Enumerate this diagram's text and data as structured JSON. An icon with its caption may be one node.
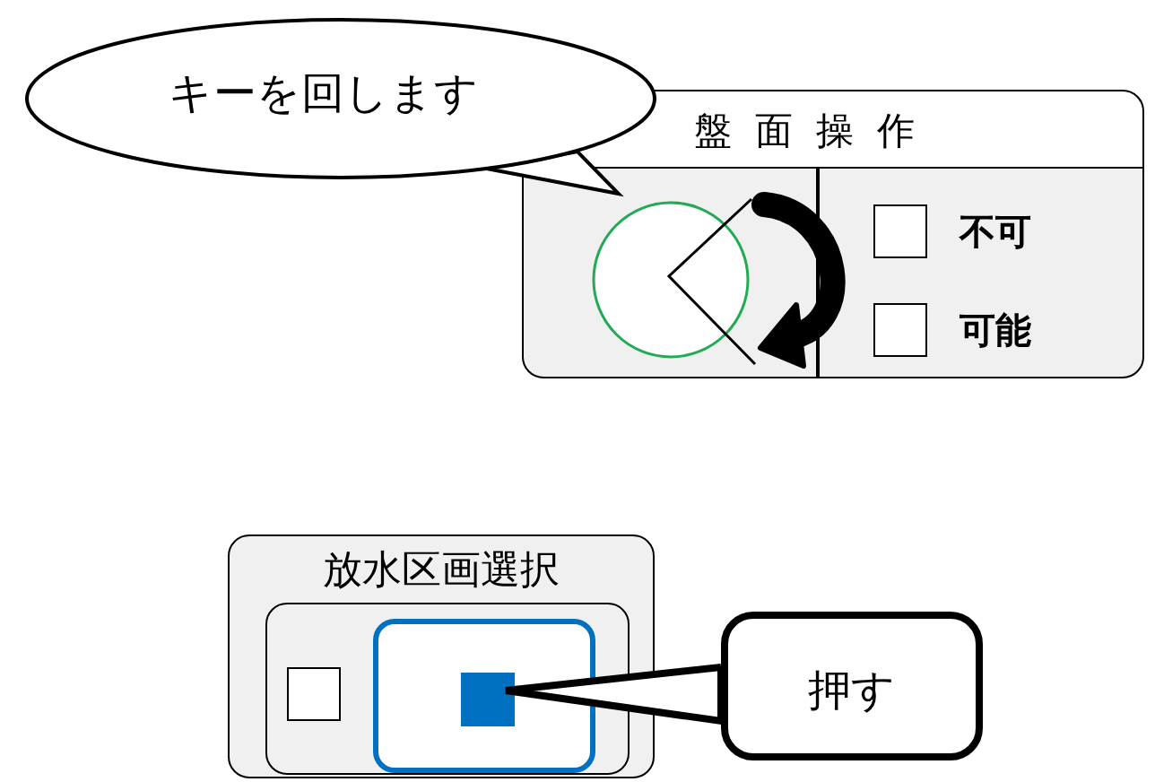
{
  "diagram": {
    "nodes": [
      {
        "text": [
          "盤面操作"
        ]
      },
      {
        "text": [],
        "shape": "circle",
        "in": 0
      },
      {
        "text": [
          "不可"
        ],
        "in": 0
      },
      {
        "text": [
          "可能"
        ],
        "in": 0
      },
      {
        "text": [
          "キーを回します"
        ]
      },
      {
        "text": [
          "放水区画選択"
        ]
      },
      {
        "text": [],
        "shape": "box",
        "in": 5
      },
      {
        "text": [],
        "shape": "box",
        "in": 6
      },
      {
        "text": [],
        "shape": "box",
        "in": 6
      },
      {
        "text": [],
        "shape": "box",
        "in": 8
      },
      {
        "text": [
          "押す"
        ]
      }
    ],
    "edges": [
      {
        "from": 4,
        "to": 1,
        "arrow": "none"
      },
      {
        "from": 10,
        "to": 9,
        "arrow": "none"
      }
    ]
  }
}
